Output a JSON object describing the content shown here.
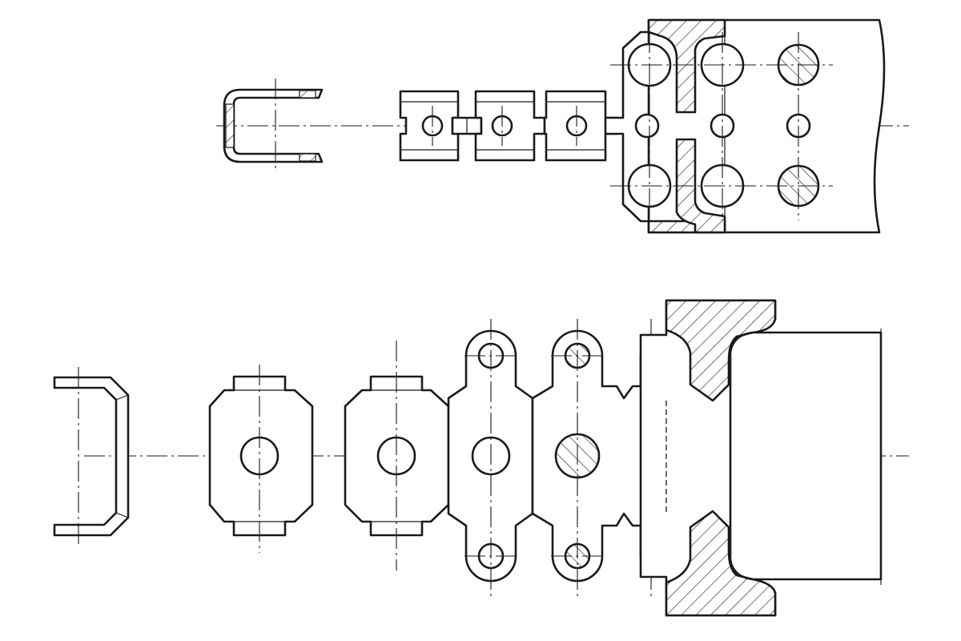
{
  "drawing": {
    "views": [
      {
        "id": "top-view",
        "parts": [
          "bent-bracket",
          "link-plate-1",
          "link-plate-2",
          "link-plate-3",
          "section-housing"
        ]
      },
      {
        "id": "front-view",
        "parts": [
          "bent-bracket",
          "flange-plate-1",
          "flange-plate-2",
          "lug-plate-1",
          "lug-plate-2",
          "shaft-housing"
        ]
      }
    ],
    "line_types": [
      "outline",
      "center-line",
      "hidden-line",
      "hatched-section"
    ],
    "colors": {
      "ink": "#1a1a1a",
      "paper": "#ffffff"
    }
  }
}
